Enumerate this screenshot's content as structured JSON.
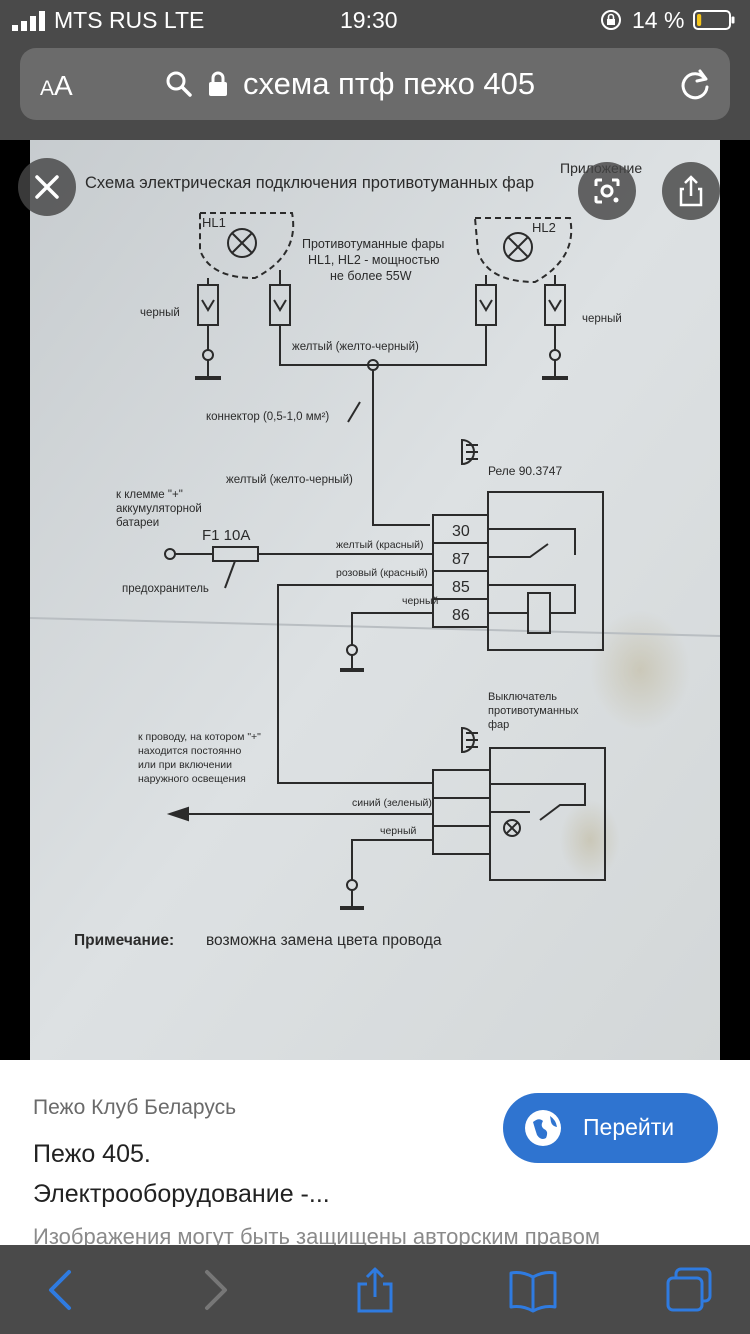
{
  "status_bar": {
    "carrier": "MTS RUS LTE",
    "time": "19:30",
    "battery_percent": "14 %",
    "battery_level": 0.14,
    "signal_bars": 4
  },
  "address_bar": {
    "text_size_label_small": "A",
    "text_size_label_large": "A",
    "url_text": "схема птф пежо 405"
  },
  "image": {
    "title": "Схема электрическая подключения противотуманных фар",
    "corner_label": "Приложение",
    "hl1": "HL1",
    "hl2": "HL2",
    "fog_caption": [
      "Противотуманные фары",
      "HL1, HL2 - мощностью",
      "не более 55W"
    ],
    "wire_black": "черный",
    "wire_yellow_black": "желтый (желто-черный)",
    "connector": "коннектор (0,5-1,0 мм²)",
    "relay": "Реле 90.3747",
    "battery_terminal": [
      "к клемме \"+\"",
      "аккумуляторной",
      "батареи"
    ],
    "fuse": "F1 10A",
    "fuse_caption": "предохранитель",
    "wire_yellow_red": "желтый (красный)",
    "wire_pink_red": "розовый (красный)",
    "pins": [
      "30",
      "87",
      "85",
      "86"
    ],
    "switch_label": [
      "Выключатель",
      "противотуманных",
      "фар"
    ],
    "plus_wire": [
      "к проводу, на котором \"+\"",
      "находится постоянно",
      "или при включении",
      "наружного освещения"
    ],
    "wire_blue_green": "синий (зеленый)",
    "note_bold": "Примечание:",
    "note_text": " возможна замена цвета провода"
  },
  "result": {
    "source": "Пежо Клуб Беларусь",
    "title_line1": "Пежо 405.",
    "title_line2": "Электрооборудование -...",
    "visit_label": "Перейти",
    "copyright": "Изображения могут быть защищены авторским правом"
  },
  "colors": {
    "accent": "#2f74d0",
    "chrome": "#4a4a4a",
    "battery_low": "#f5c518",
    "paper": "#d9dde0"
  }
}
